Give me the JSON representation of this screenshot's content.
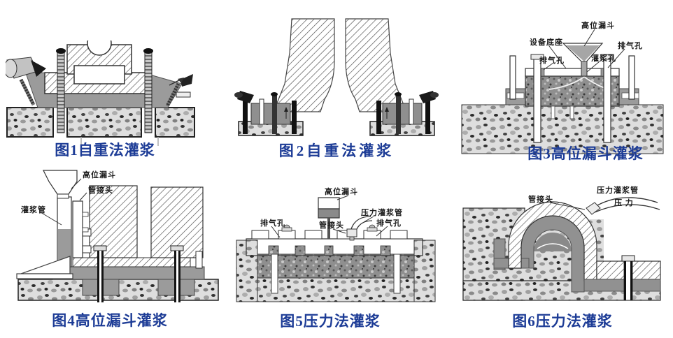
{
  "page": {
    "background": "#ffffff"
  },
  "colors": {
    "caption": "#1d3c96",
    "label_text": "#1a1a1a",
    "grout_gray": "#9b9b9b",
    "dark_grout": "#8f8f8f",
    "line": "#333333"
  },
  "figures": {
    "fig1": {
      "caption": "图1自重法灌浆"
    },
    "fig2": {
      "caption": "图2自重法灌浆"
    },
    "fig3": {
      "caption": "图3高位漏斗灌浆",
      "labels": {
        "funnel": "高位漏斗",
        "base": "设备底座",
        "vent_left": "排气孔",
        "grout_hole": "灌浆孔",
        "vent_right": "排气孔"
      }
    },
    "fig4": {
      "caption": "图4高位漏斗灌浆",
      "labels": {
        "funnel": "高位漏斗",
        "joint": "管接头",
        "pipe": "灌浆管"
      }
    },
    "fig5": {
      "caption": "图5压力法灌浆",
      "labels": {
        "funnel": "高位漏斗",
        "pressure_pipe": "压力灌浆管",
        "vent_left": "排气孔",
        "joint": "管接头",
        "vent_right": "排气孔"
      }
    },
    "fig6": {
      "caption": "图6压力法灌浆",
      "labels": {
        "joint": "管接头",
        "pressure_pipe": "压力灌浆管",
        "pressure": "压 力"
      }
    }
  }
}
